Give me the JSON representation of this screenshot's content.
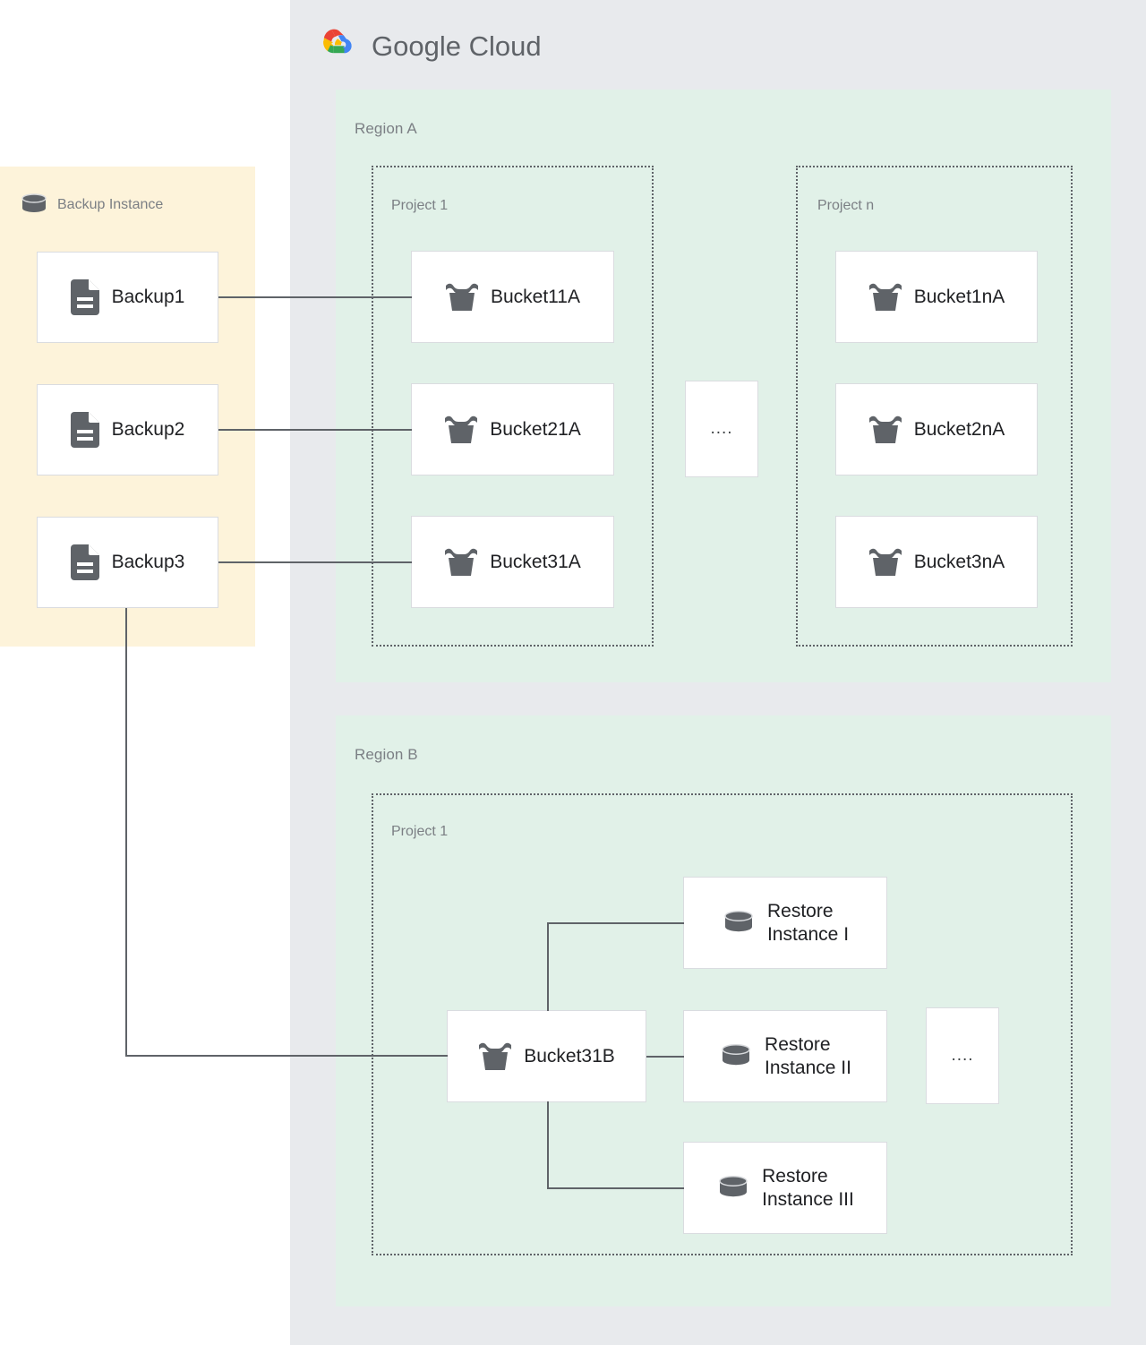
{
  "brand": {
    "logo_icon": "google-cloud-logo-icon",
    "name_part1": "Google",
    "name_part2": "Cloud",
    "full_name": "Google Cloud",
    "colors": {
      "red": "#ea4335",
      "yellow": "#fbbc04",
      "green": "#34a853",
      "blue": "#4285f4"
    }
  },
  "colors": {
    "gcp_panel_bg": "#e8eaed",
    "backup_panel_bg": "#fdf3da",
    "region_panel_bg": "#e1f1e8",
    "card_bg": "#ffffff",
    "card_border": "#dadce0",
    "icon_fill": "#5f6368",
    "connector": "#5f6368",
    "label_text": "#7b7f84",
    "card_text": "#202124"
  },
  "backup_instance": {
    "label": "Backup Instance",
    "icon": "database-cylinder-icon",
    "backups": [
      {
        "label": "Backup1",
        "icon": "document-icon"
      },
      {
        "label": "Backup2",
        "icon": "document-icon"
      },
      {
        "label": "Backup3",
        "icon": "document-icon"
      }
    ]
  },
  "regions": [
    {
      "label": "Region A",
      "projects": [
        {
          "label": "Project 1",
          "buckets": [
            {
              "label": "Bucket11A",
              "icon": "storage-bucket-icon"
            },
            {
              "label": "Bucket21A",
              "icon": "storage-bucket-icon"
            },
            {
              "label": "Bucket31A",
              "icon": "storage-bucket-icon"
            }
          ]
        },
        {
          "label": "Project n",
          "buckets": [
            {
              "label": "Bucket1nA",
              "icon": "storage-bucket-icon"
            },
            {
              "label": "Bucket2nA",
              "icon": "storage-bucket-icon"
            },
            {
              "label": "Bucket3nA",
              "icon": "storage-bucket-icon"
            }
          ]
        }
      ],
      "ellipsis": "...."
    },
    {
      "label": "Region B",
      "projects": [
        {
          "label": "Project 1",
          "buckets": [
            {
              "label": "Bucket31B",
              "icon": "storage-bucket-icon"
            }
          ],
          "restore_instances": [
            {
              "label": "Restore\nInstance I",
              "icon": "database-cylinder-icon"
            },
            {
              "label": "Restore\nInstance II",
              "icon": "database-cylinder-icon"
            },
            {
              "label": "Restore\nInstance III",
              "icon": "database-cylinder-icon"
            }
          ]
        }
      ],
      "ellipsis": "...."
    }
  ],
  "connections": [
    {
      "from": "Backup1",
      "to": "Bucket11A"
    },
    {
      "from": "Backup2",
      "to": "Bucket21A"
    },
    {
      "from": "Backup3",
      "to": "Bucket31A"
    },
    {
      "from": "Backup3",
      "to": "Bucket31B"
    },
    {
      "from": "Bucket31B",
      "to": "Restore Instance I"
    },
    {
      "from": "Bucket31B",
      "to": "Restore Instance II"
    },
    {
      "from": "Bucket31B",
      "to": "Restore Instance III"
    }
  ]
}
